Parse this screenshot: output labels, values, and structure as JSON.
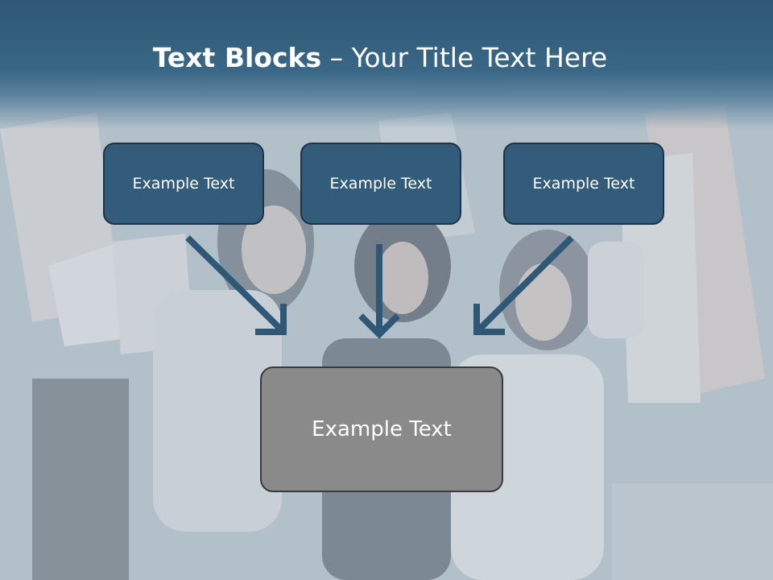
{
  "slide": {
    "title_bold": "Text Blocks",
    "title_rest": " – Your Title Text Here",
    "blocks": [
      "Example Text",
      "Example Text",
      "Example Text"
    ],
    "center_text": "Example Text",
    "colors": {
      "header": "#2e5875",
      "block_fill": "#325c7a",
      "block_border": "#1e3345",
      "center_fill": "#8a8a8a",
      "arrow": "#2e5875"
    }
  }
}
